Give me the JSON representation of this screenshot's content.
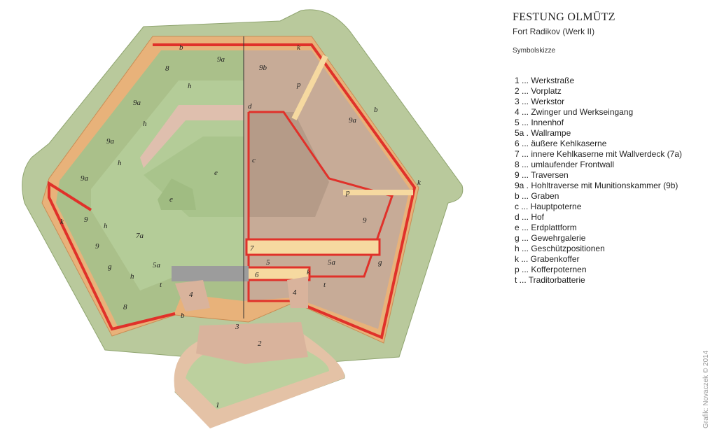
{
  "header": {
    "title": "FESTUNG OLMÜTZ",
    "subtitle": "Fort Radikov (Werk II)",
    "caption": "Symbolskizze"
  },
  "legend": [
    "1 ... Werkstraße",
    "2 ... Vorplatz",
    "3 ... Werkstor",
    "4 ... Zwinger und Werkseingang",
    "5 ... Innenhof",
    "5a . Wallrampe",
    "6 ... äußere Kehlkaserne",
    "7 ... innere Kehlkaserne mit Wallverdeck (7a)",
    "8 ... umlaufender Frontwall",
    "9 ... Traversen",
    "9a . Hohltraverse mit Munitionskammer (9b)",
    "b ... Graben",
    "c ... Hauptpoterne",
    "d ... Hof",
    "e ... Erdplattform",
    "g ... Gewehrgalerie",
    "h ... Geschützpositionen",
    "k ... Grabenkoffer",
    "p ... Kofferpoternen",
    "t ... Traditorbatterie"
  ],
  "credit": "Grafik: Novaczek © 2014",
  "plan_labels": {
    "l1": "1",
    "l2": "2",
    "l3": "3",
    "l4a": "4",
    "l4b": "4",
    "l5": "5",
    "l5a_l": "5a",
    "l5a_r": "5a",
    "l6": "6",
    "l7": "7",
    "l7a": "7a",
    "l8a": "8",
    "l8b": "8",
    "l9_1": "9",
    "l9_2": "9",
    "l9_3": "9",
    "l9a_1": "9a",
    "l9a_2": "9a",
    "l9a_3": "9a",
    "l9a_4": "9a",
    "l9a_5": "9a",
    "l9b": "9b",
    "lb1": "b",
    "lb2": "b",
    "lb3": "b",
    "lc": "c",
    "ld": "d",
    "le1": "e",
    "le2": "e",
    "lg1": "g",
    "lg2": "g",
    "lh1": "h",
    "lh2": "h",
    "lh3": "h",
    "lh4": "h",
    "lh5": "h",
    "lk1": "k",
    "lk2": "k",
    "lk3": "k",
    "lk4": "k",
    "lp1": "p",
    "lp2": "p",
    "lt1": "t",
    "lt2": "t"
  },
  "colors": {
    "glacis": "#b9c99c",
    "ditch": "#e8b27a",
    "rampart": "#aac08a",
    "interior": "#b4cc98",
    "section": "#c7ab97",
    "masonry": "#e0312a",
    "corridor": "#f6d9a0"
  }
}
